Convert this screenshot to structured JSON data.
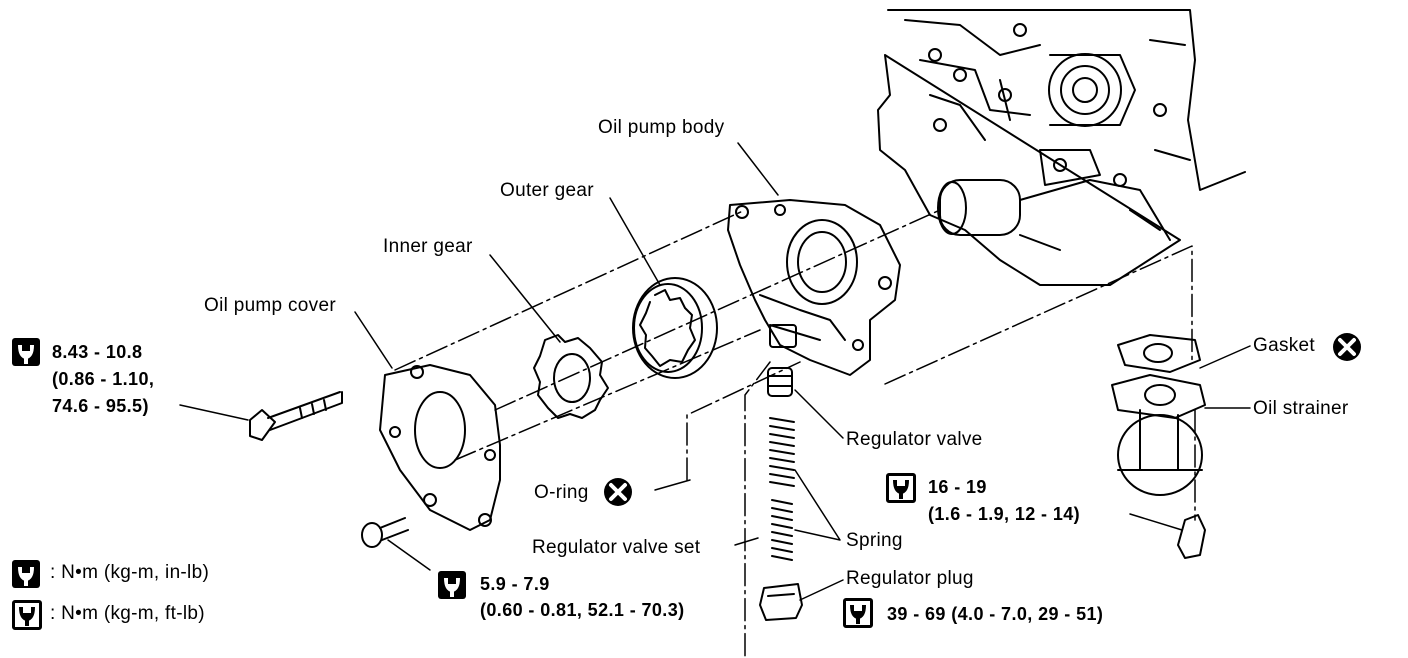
{
  "labels": {
    "oil_pump_body": "Oil pump body",
    "outer_gear": "Outer gear",
    "inner_gear": "Inner gear",
    "oil_pump_cover": "Oil pump cover",
    "gasket": "Gasket",
    "oil_strainer": "Oil strainer",
    "regulator_valve": "Regulator valve",
    "o_ring": "O-ring",
    "regulator_valve_set": "Regulator valve set",
    "spring": "Spring",
    "regulator_plug": "Regulator plug"
  },
  "torque_specs": {
    "cover_bolt_line1": "8.43 - 10.8",
    "cover_bolt_line2": "(0.86 - 1.10,",
    "cover_bolt_line3": "74.6 - 95.5)",
    "cover_screw_line1": "5.9 - 7.9",
    "cover_screw_line2": "(0.60 - 0.81, 52.1 - 70.3)",
    "strainer_bolt_line1": "16 - 19",
    "strainer_bolt_line2": "(1.6 - 1.9, 12 - 14)",
    "regulator_plug": "39 - 69 (4.0 - 7.0, 29 - 51)"
  },
  "legend": {
    "in_lb": ": N•m (kg-m, in-lb)",
    "ft_lb": ": N•m (kg-m, ft-lb)"
  }
}
